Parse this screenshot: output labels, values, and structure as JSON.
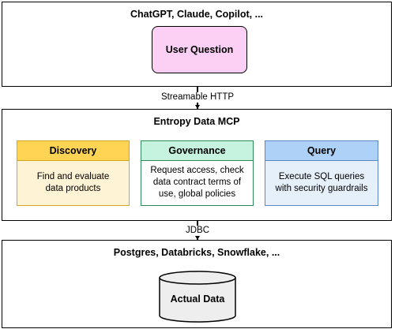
{
  "clients": {
    "title": "ChatGPT, Claude, Copilot, ...",
    "user_question": "User Question",
    "user_question_fill": "#fccff5"
  },
  "transport_top": {
    "label": "Streamable HTTP"
  },
  "mcp": {
    "title": "Entropy Data MCP",
    "cards": [
      {
        "title": "Discovery",
        "lines": [
          "Find and evaluate",
          "data products"
        ],
        "header_color": "#ffd454",
        "body_color": "#fff3d5",
        "border_color": "#d6a520"
      },
      {
        "title": "Governance",
        "lines": [
          "Request access, check",
          "data contract terms of",
          "use, global policies"
        ],
        "header_color": "#c6f2e0",
        "body_color": "#ffffff",
        "border_color": "#2e8b57"
      },
      {
        "title": "Query",
        "lines": [
          "Execute SQL queries",
          "with security guardrails"
        ],
        "header_color": "#aed2f7",
        "body_color": "#e5f0fb",
        "border_color": "#5b88c5"
      }
    ]
  },
  "transport_bottom": {
    "label": "JDBC"
  },
  "sources": {
    "title": "Postgres, Databricks, Snowflake, ...",
    "database_label": "Actual Data",
    "database_fill": "#eeeeee"
  }
}
